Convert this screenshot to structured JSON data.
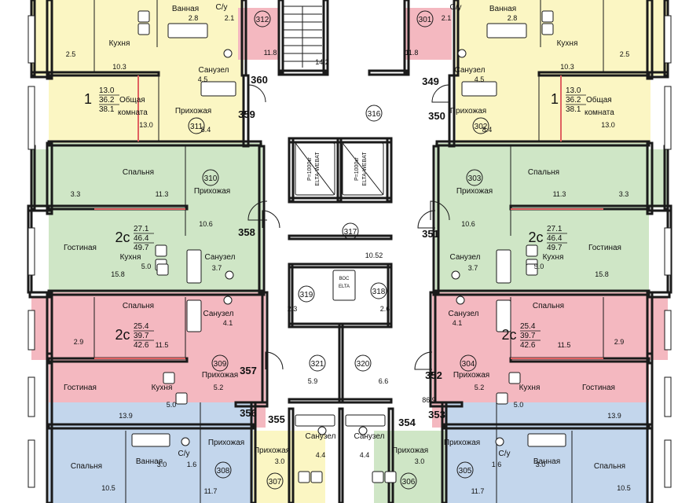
{
  "colors": {
    "yellow": "#fbf6c3",
    "pink": "#f4b8c0",
    "green": "#cfe6c6",
    "blue": "#c3d6ec",
    "corridor": "#ffffff",
    "wall": "#1a1a1a",
    "accent_line": "#e06060"
  },
  "rooms": [
    {
      "id": "r-yL-bath",
      "label": "Ванная",
      "area": "2.8",
      "color": "yellow"
    },
    {
      "id": "r-yL-wc",
      "label": "С/у",
      "area": "2.1",
      "color": "yellow"
    },
    {
      "id": "r-yL-kitchen",
      "label": "Кухня",
      "area": "10.3",
      "color": "yellow"
    },
    {
      "id": "r-yL-loggia",
      "label": "",
      "area": "2.5",
      "color": "yellow"
    },
    {
      "id": "r-yL-san",
      "label": "Санузел",
      "area": "4.5",
      "color": "yellow"
    },
    {
      "id": "r-yL-living",
      "label": "Общая комната",
      "area": "13.0",
      "color": "yellow"
    },
    {
      "id": "r-yL-hall",
      "label": "Прихожая",
      "area": "8.4",
      "color": "yellow"
    },
    {
      "id": "r-yR-bath",
      "label": "Ванная",
      "area": "2.8",
      "color": "yellow"
    },
    {
      "id": "r-yR-wc",
      "label": "С/у",
      "area": "2.1",
      "color": "yellow"
    },
    {
      "id": "r-yR-kitchen",
      "label": "Кухня",
      "area": "10.3",
      "color": "yellow"
    },
    {
      "id": "r-yR-loggia",
      "label": "",
      "area": "2.5",
      "color": "yellow"
    },
    {
      "id": "r-yR-san",
      "label": "Санузел",
      "area": "4.5",
      "color": "yellow"
    },
    {
      "id": "r-yR-living",
      "label": "Общая комната",
      "area": "13.0",
      "color": "yellow"
    },
    {
      "id": "r-yR-hall",
      "label": "Прихожая",
      "area": "8.4",
      "color": "yellow"
    },
    {
      "id": "r-gL-bed",
      "label": "Спальня",
      "area": "11.3",
      "color": "green"
    },
    {
      "id": "r-gL-loggia",
      "label": "",
      "area": "3.3",
      "color": "green"
    },
    {
      "id": "r-gL-hall",
      "label": "Прихожая",
      "area": "10.6",
      "color": "green"
    },
    {
      "id": "r-gL-living",
      "label": "Гостиная",
      "area": "15.8",
      "color": "green"
    },
    {
      "id": "r-gL-kitchen",
      "label": "Кухня",
      "area": "5.0",
      "color": "green"
    },
    {
      "id": "r-gL-san",
      "label": "Санузел",
      "area": "3.7",
      "color": "green"
    },
    {
      "id": "r-gR-bed",
      "label": "Спальня",
      "area": "11.3",
      "color": "green"
    },
    {
      "id": "r-gR-loggia",
      "label": "",
      "area": "3.3",
      "color": "green"
    },
    {
      "id": "r-gR-hall",
      "label": "Прихожая",
      "area": "10.6",
      "color": "green"
    },
    {
      "id": "r-gR-living",
      "label": "Гостиная",
      "area": "15.8",
      "color": "green"
    },
    {
      "id": "r-gR-kitchen",
      "label": "Кухня",
      "area": "5.0",
      "color": "green"
    },
    {
      "id": "r-gR-san",
      "label": "Санузел",
      "area": "3.7",
      "color": "green"
    },
    {
      "id": "r-pL-bed",
      "label": "Спальня",
      "area": "11.5",
      "color": "pink"
    },
    {
      "id": "r-pL-loggia",
      "label": "",
      "area": "2.9",
      "color": "pink"
    },
    {
      "id": "r-pL-san",
      "label": "Санузел",
      "area": "4.1",
      "color": "pink"
    },
    {
      "id": "r-pL-living",
      "label": "Гостиная",
      "area": "13.9",
      "color": "pink"
    },
    {
      "id": "r-pL-kitchen",
      "label": "Кухня",
      "area": "5.0",
      "color": "pink"
    },
    {
      "id": "r-pL-hall",
      "label": "Прихожая",
      "area": "5.2",
      "color": "pink"
    },
    {
      "id": "r-pR-bed",
      "label": "Спальня",
      "area": "11.5",
      "color": "pink"
    },
    {
      "id": "r-pR-loggia",
      "label": "",
      "area": "2.9",
      "color": "pink"
    },
    {
      "id": "r-pR-san",
      "label": "Санузел",
      "area": "4.1",
      "color": "pink"
    },
    {
      "id": "r-pR-living",
      "label": "Гостиная",
      "area": "13.9",
      "color": "pink"
    },
    {
      "id": "r-pR-kitchen",
      "label": "Кухня",
      "area": "5.0",
      "color": "pink"
    },
    {
      "id": "r-pR-hall",
      "label": "Прихожая",
      "area": "5.2",
      "color": "pink"
    },
    {
      "id": "r-bL-bed",
      "label": "Спальня",
      "area": "10.5",
      "color": "blue"
    },
    {
      "id": "r-bL-bath",
      "label": "Ванная",
      "area": "3.0",
      "color": "blue"
    },
    {
      "id": "r-bL-wc",
      "label": "С/у",
      "area": "1.6",
      "color": "blue"
    },
    {
      "id": "r-bL-hall",
      "label": "Прихожая",
      "area": "11.7",
      "color": "blue"
    },
    {
      "id": "r-bR-bed",
      "label": "Спальня",
      "area": "10.5",
      "color": "blue"
    },
    {
      "id": "r-bR-bath",
      "label": "Ванная",
      "area": "3.0",
      "color": "blue"
    },
    {
      "id": "r-bR-wc",
      "label": "С/у",
      "area": "1.6",
      "color": "blue"
    },
    {
      "id": "r-bR-hall",
      "label": "Прихожая",
      "area": "11.7",
      "color": "blue"
    },
    {
      "id": "r-c307-hall",
      "label": "Прихожая",
      "area": "3.0",
      "color": "yellow"
    },
    {
      "id": "r-c307-san",
      "label": "Санузел",
      "area": "4.4",
      "color": "yellow"
    },
    {
      "id": "r-c308-hall",
      "label": "Прихожая",
      "area": "3.0",
      "color": "green"
    },
    {
      "id": "r-c308-san",
      "label": "Санузел",
      "area": "4.4",
      "color": "green"
    },
    {
      "id": "r-312",
      "label": "",
      "area": "11.8",
      "color": "pink"
    },
    {
      "id": "r-301",
      "label": "",
      "area": "11.8",
      "color": "pink"
    },
    {
      "id": "r-stair",
      "label": "",
      "area": "14.2",
      "color": "corridor"
    },
    {
      "id": "r-317",
      "label": "",
      "area": "10.52",
      "color": "corridor"
    },
    {
      "id": "r-319",
      "label": "",
      "area": "2.3",
      "color": "corridor"
    },
    {
      "id": "r-318",
      "label": "",
      "area": "2.6",
      "color": "corridor"
    },
    {
      "id": "r-321",
      "label": "",
      "area": "5.9",
      "color": "corridor"
    },
    {
      "id": "r-320",
      "label": "",
      "area": "6.6",
      "color": "corridor"
    },
    {
      "id": "r-corr-b",
      "label": "",
      "area": "86.9",
      "color": "corridor"
    }
  ],
  "summaries": [
    {
      "id": "s-311",
      "rooms": "1",
      "a": "13.0",
      "b": "36.2",
      "c": "38.1",
      "caption": "Общая комната"
    },
    {
      "id": "s-302",
      "rooms": "1",
      "a": "13.0",
      "b": "36.2",
      "c": "38.1",
      "caption": "Общая комната"
    },
    {
      "id": "s-310",
      "rooms": "2с",
      "a": "27.1",
      "b": "46.4",
      "c": "49.7",
      "caption": ""
    },
    {
      "id": "s-303",
      "rooms": "2с",
      "a": "27.1",
      "b": "46.4",
      "c": "49.7",
      "caption": ""
    },
    {
      "id": "s-309",
      "rooms": "2с",
      "a": "25.4",
      "b": "39.7",
      "c": "42.6",
      "caption": ""
    },
    {
      "id": "s-304",
      "rooms": "2с",
      "a": "25.4",
      "b": "39.7",
      "c": "42.6",
      "caption": ""
    }
  ],
  "apartment_numbers": [
    "312",
    "301",
    "316",
    "311",
    "302",
    "310",
    "303",
    "317",
    "319",
    "318",
    "309",
    "304",
    "321",
    "320",
    "308",
    "305",
    "307",
    "306"
  ],
  "door_numbers": [
    "360",
    "349",
    "359",
    "350",
    "358",
    "351",
    "357",
    "352",
    "356",
    "355",
    "354",
    "353"
  ],
  "elevator_labels": [
    "Р=1000кг",
    "ELTA-WEBAT",
    "ВОС",
    "ELTA"
  ]
}
